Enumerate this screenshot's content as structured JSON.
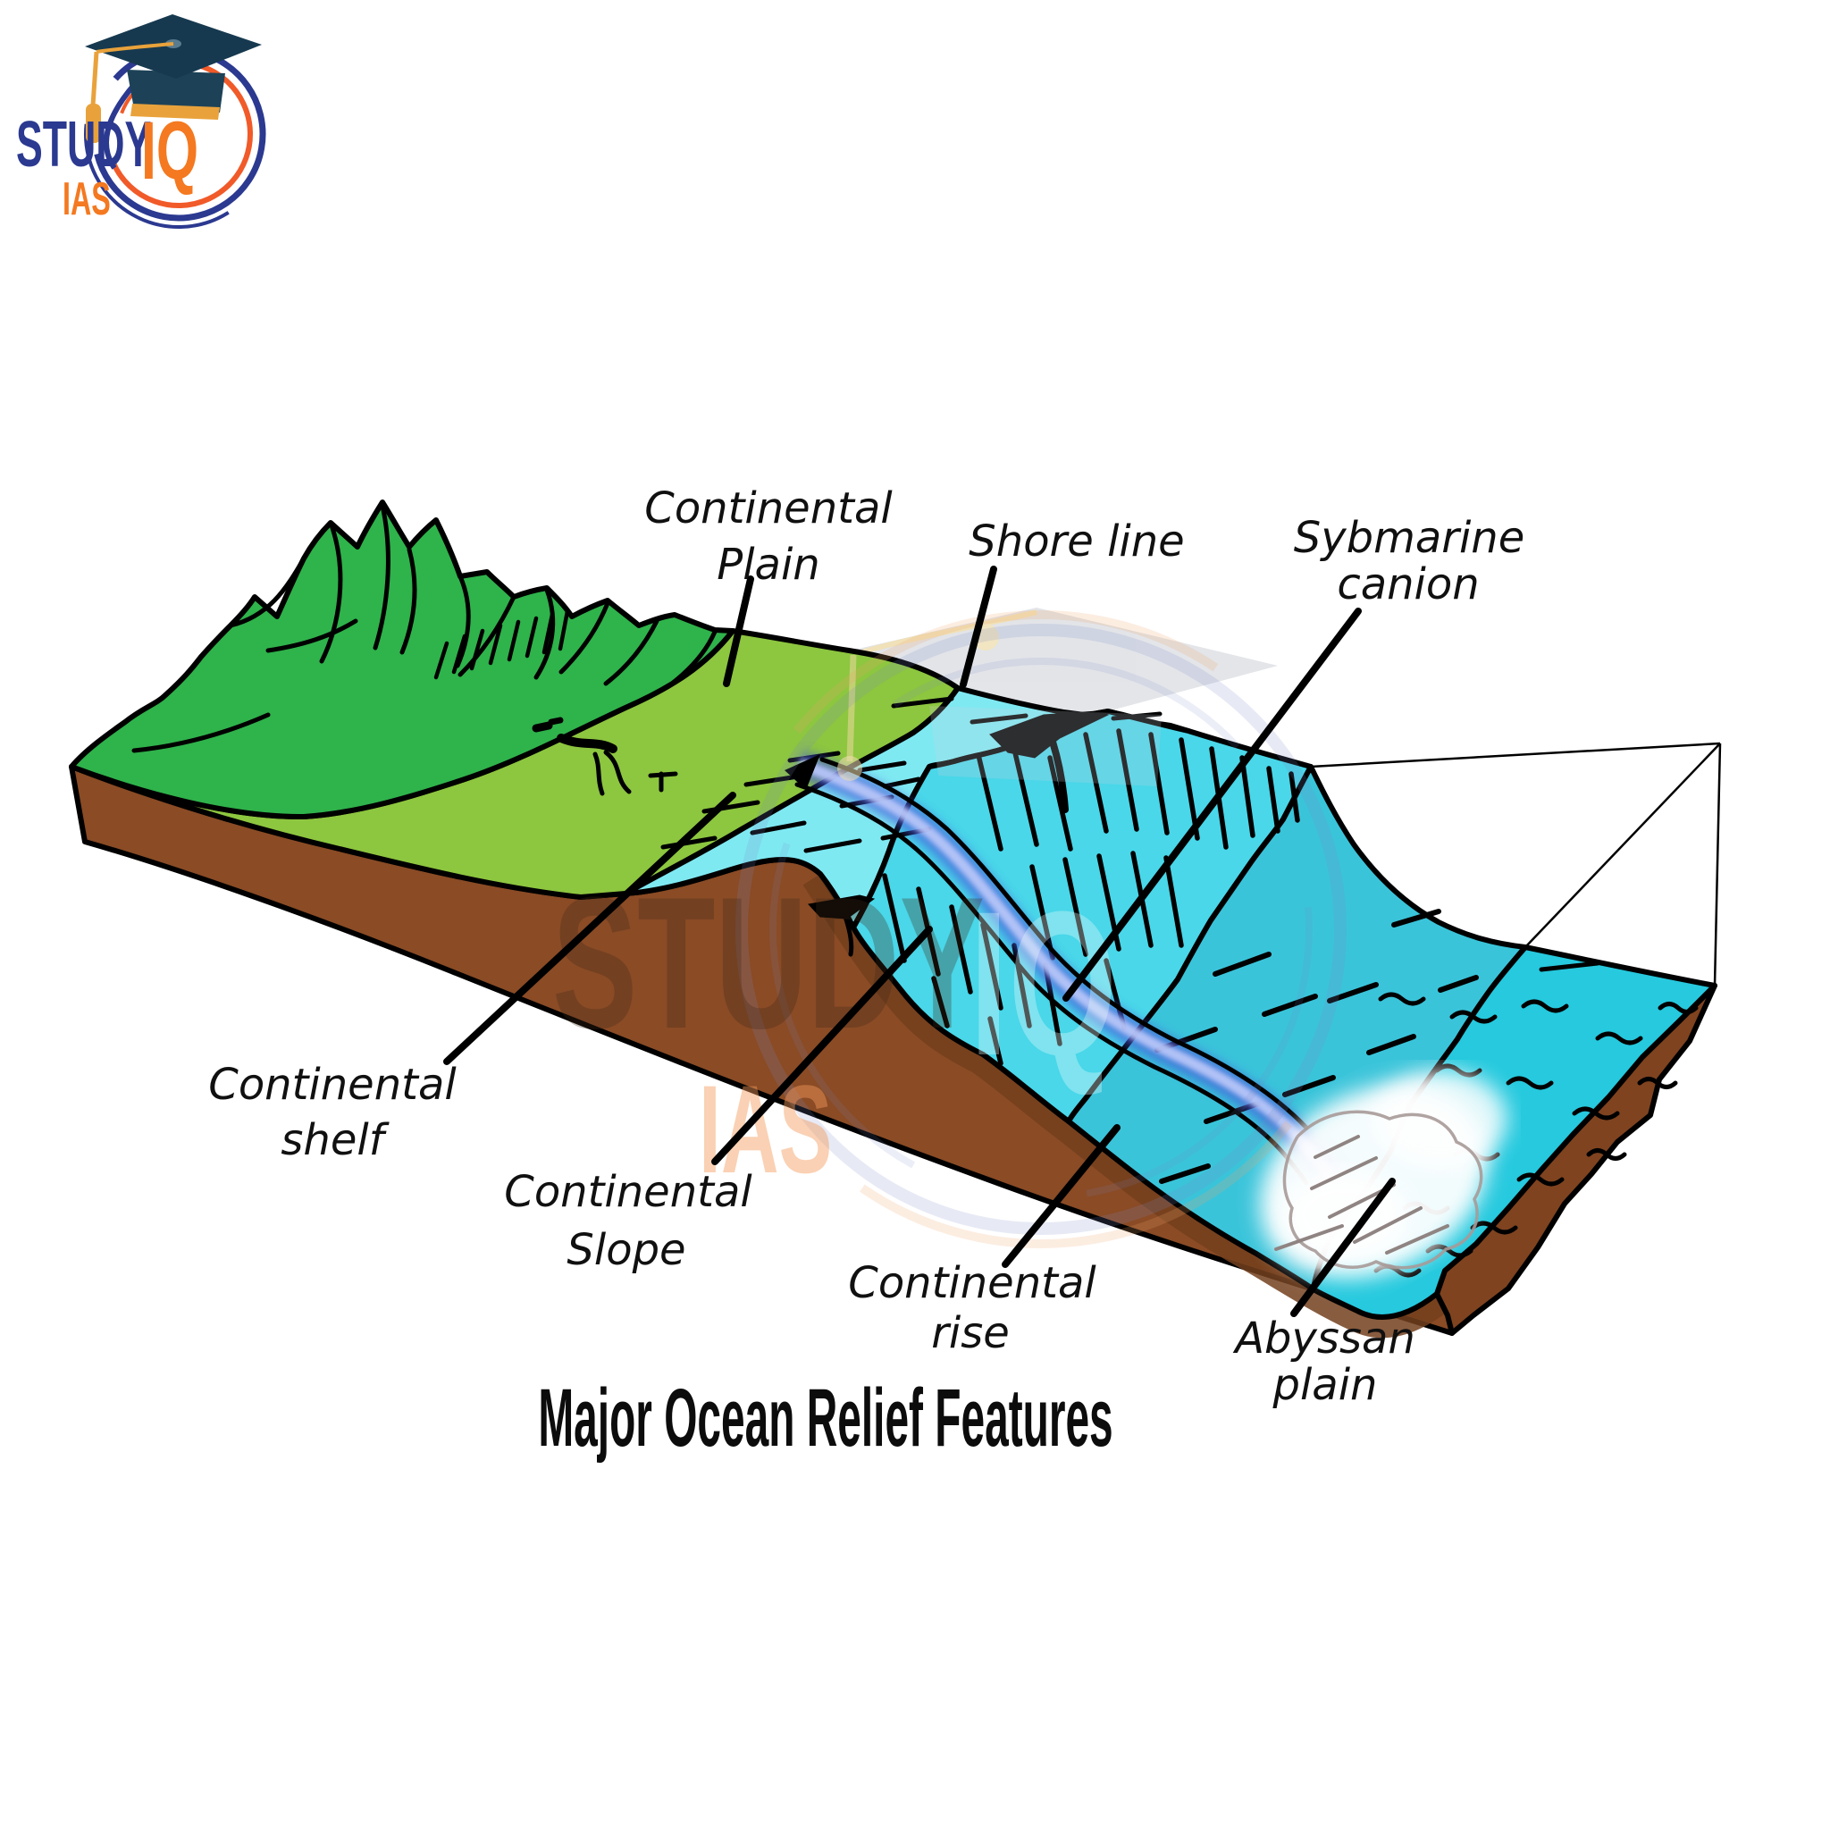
{
  "title": {
    "text": "Major Ocean Relief Features"
  },
  "logo": {
    "study": "STUDY",
    "iq": "IQ",
    "ias": "IAS"
  },
  "watermark": {
    "study": "STUDY",
    "iq": "IQ",
    "ias": "IAS"
  },
  "labels": {
    "continental_plain": {
      "line1": "Continental",
      "line2": "Plain"
    },
    "shore_line": {
      "line1": "Shore line"
    },
    "submarine_canyon": {
      "line1": "Sybmarine",
      "line2": "canion"
    },
    "continental_shelf": {
      "line1": "Continental",
      "line2": "shelf"
    },
    "continental_slope": {
      "line1": "Continental",
      "line2": "Slope"
    },
    "continental_rise": {
      "line1": "Continental",
      "line2": "rise"
    },
    "abyssal_plain": {
      "line1": "Abyssan",
      "line2": "plain"
    }
  },
  "colors": {
    "mountain": "#2FB34B",
    "plain": "#8DC63F",
    "shelf": "#7FE9F2",
    "slope": "#49D7E9",
    "rise": "#3AC4DA",
    "abyssal": "#26C9DE",
    "earth_front": "#8A4B25",
    "earth_side": "#7F431F",
    "canyon_blue": "#4358D8",
    "logo_blue": "#2B3990",
    "logo_orange": "#F47920"
  }
}
